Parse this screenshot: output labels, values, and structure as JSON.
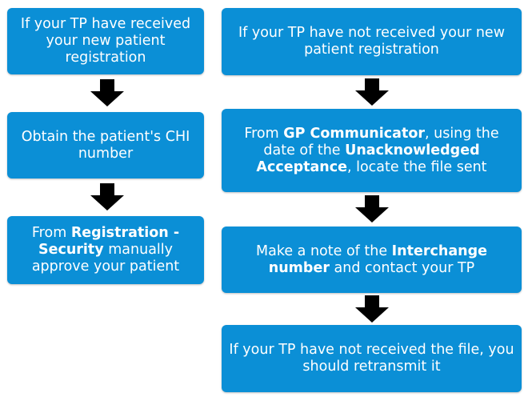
{
  "left_column": {
    "box1": {
      "text": "If your TP have received your new patient registration"
    },
    "box2": {
      "text": "Obtain the patient's CHI number"
    },
    "box3": {
      "prefix": "From ",
      "bold1": "Registration - Security",
      "suffix": " manually approve your patient"
    }
  },
  "right_column": {
    "box1": {
      "text": "If your TP have not received your new patient registration"
    },
    "box2": {
      "prefix": "From ",
      "bold1": "GP Communicator",
      "middle": ", using the date of the ",
      "bold2": "Unacknowledged Acceptance",
      "suffix": ", locate the file sent"
    },
    "box3": {
      "prefix": "Make a note of the ",
      "bold1": "Interchange number",
      "suffix": " and contact your TP"
    },
    "box4": {
      "text": "If your TP have not received the file, you should retransmit it"
    }
  },
  "colors": {
    "box_fill": "#0b8fd6",
    "box_text": "#ffffff",
    "arrow": "#000000"
  },
  "icons": {
    "arrow": "down-arrow-icon"
  }
}
